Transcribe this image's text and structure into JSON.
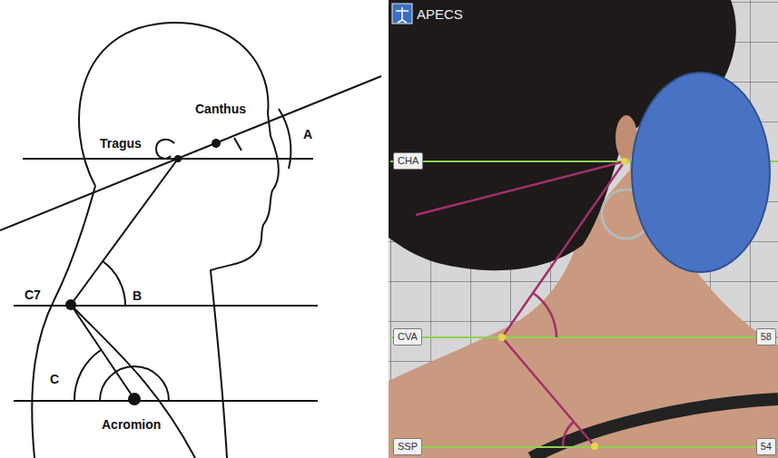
{
  "diagram": {
    "nodes": [
      {
        "text": [
          "CHA"
        ]
      },
      {
        "text": [
          "CVA"
        ]
      },
      {
        "text": [
          "SSP"
        ]
      },
      {
        "text": [
          "58"
        ]
      },
      {
        "text": [
          "54"
        ]
      }
    ],
    "labels": [
      "Canthus",
      "Tragus",
      "A",
      "C7",
      "B",
      "C",
      "Acromion",
      "APECS"
    ]
  }
}
